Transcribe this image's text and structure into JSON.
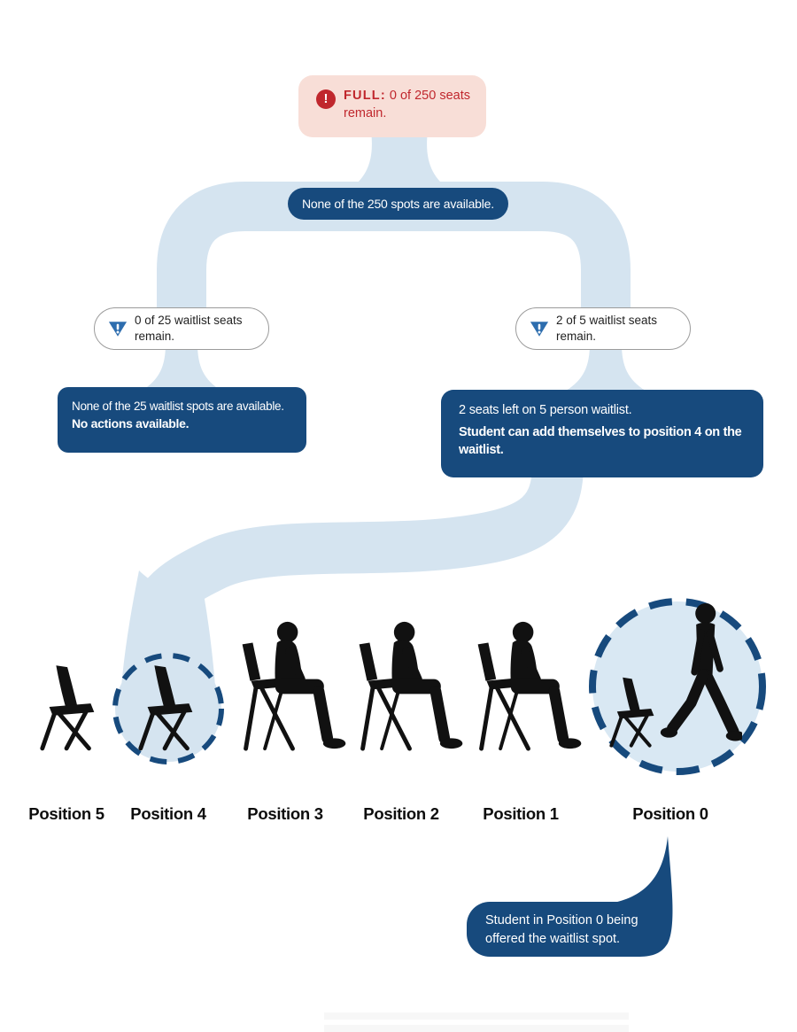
{
  "colors": {
    "navy": "#174a7d",
    "ribbon_blue": "#d5e4f0",
    "highlight_circle_fill": "#d9e8f3",
    "badge_pink": "#f8ded7",
    "alert_red": "#c0272d",
    "triangle_blue": "#2d6dae",
    "silhouette_black": "#111111"
  },
  "icons": {
    "alert_circle_glyph": "!",
    "alert_triangle_glyph": "!"
  },
  "full_badge": {
    "label_prefix": "FULL:",
    "label_rest": " 0 of 250 seats remain."
  },
  "main_pill": {
    "text": "None of the 250 spots are available."
  },
  "left_branch": {
    "badge_text": "0 of 25 waitlist seats remain.",
    "box_line1": "None of the 25 waitlist spots are available.",
    "box_line2": "No actions available."
  },
  "right_branch": {
    "badge_text": "2 of 5 waitlist seats remain.",
    "box_line1": "2 seats left on 5 person waitlist.",
    "box_line2": "Student can add themselves to position 4 on the waitlist."
  },
  "positions": [
    {
      "label": "Position 5",
      "occupant": "empty-chair",
      "highlighted": false
    },
    {
      "label": "Position 4",
      "occupant": "empty-chair",
      "highlighted": true,
      "highlight_style": "dashed-circle-at-end-of-path"
    },
    {
      "label": "Position 3",
      "occupant": "seated-student",
      "highlighted": false
    },
    {
      "label": "Position 2",
      "occupant": "seated-student",
      "highlighted": false
    },
    {
      "label": "Position 1",
      "occupant": "seated-student",
      "highlighted": false
    },
    {
      "label": "Position 0",
      "occupant": "empty-chair-with-student-walking-away",
      "highlighted": true,
      "highlight_style": "filled-dashed-circle"
    }
  ],
  "callout": {
    "text": "Student in Position 0 being offered the waitlist spot."
  }
}
